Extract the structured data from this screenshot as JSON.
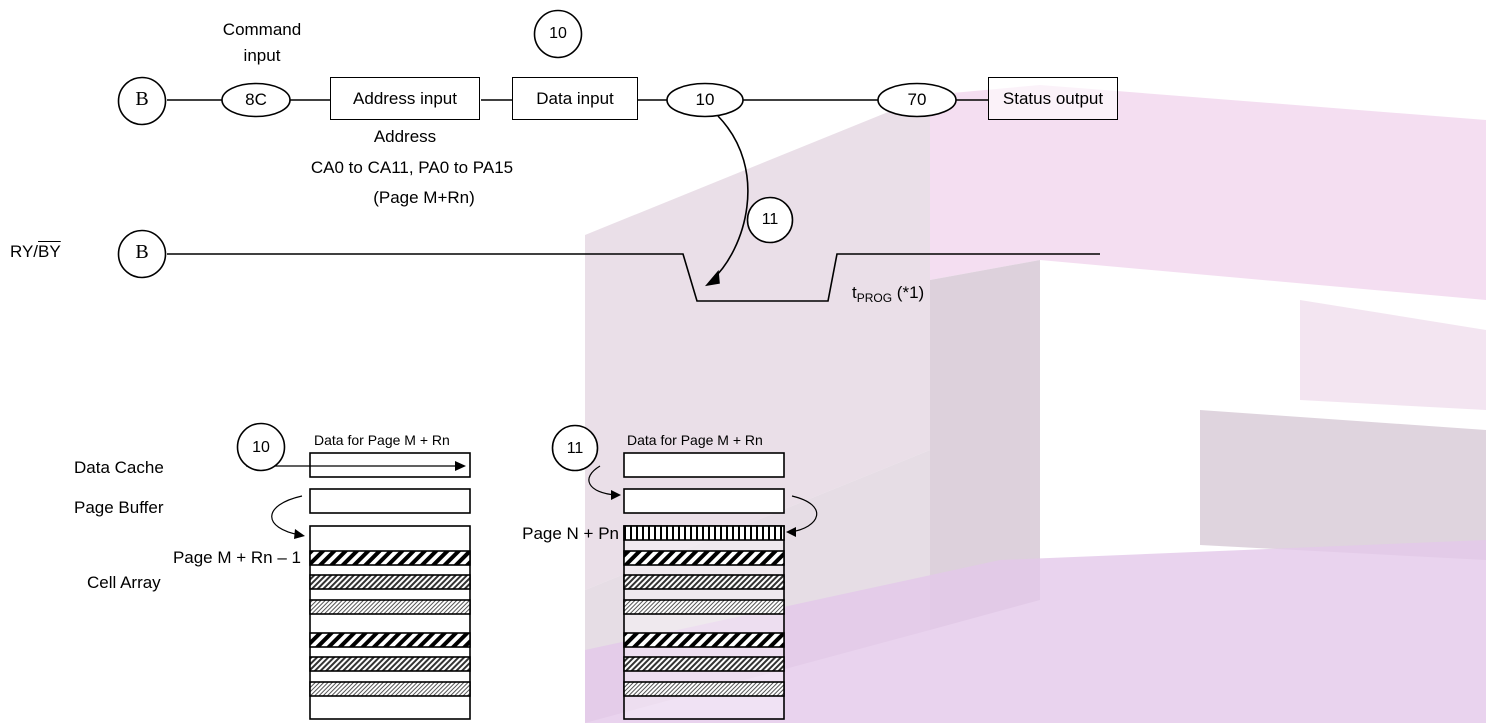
{
  "flow": {
    "connector_start": "B",
    "command_caption": "Command\ninput",
    "command_code": "8C",
    "address_box": "Address input",
    "address_caption": [
      "Address",
      "CA0 to CA11, PA0 to PA15",
      "(Page M+Rn)"
    ],
    "step_marker_top": "10",
    "data_box": "Data input",
    "command_confirm": "10",
    "status_command": "70",
    "status_box": "Status output"
  },
  "ready_busy": {
    "signal_prefix": "RY/",
    "signal_overbar": "BY",
    "connector": "B",
    "step_marker": "11",
    "tprog_t": "t",
    "tprog_sub": "PROG",
    "tprog_note": " (*1)"
  },
  "memory_left": {
    "marker": "10",
    "data_header": "Data for Page M + Rn",
    "data_cache_label": "Data Cache",
    "page_buffer_label": "Page Buffer",
    "page_label": "Page M + Rn – 1",
    "cell_array_label": "Cell Array"
  },
  "memory_right": {
    "marker": "11",
    "data_header": "Data for Page M + Rn",
    "page_label": "Page N + Pn"
  },
  "colors": {
    "line": "#000000",
    "watermark_a": "#e6cfe6",
    "watermark_b": "#d8c4d8",
    "watermark_c": "#cfc6cf"
  }
}
